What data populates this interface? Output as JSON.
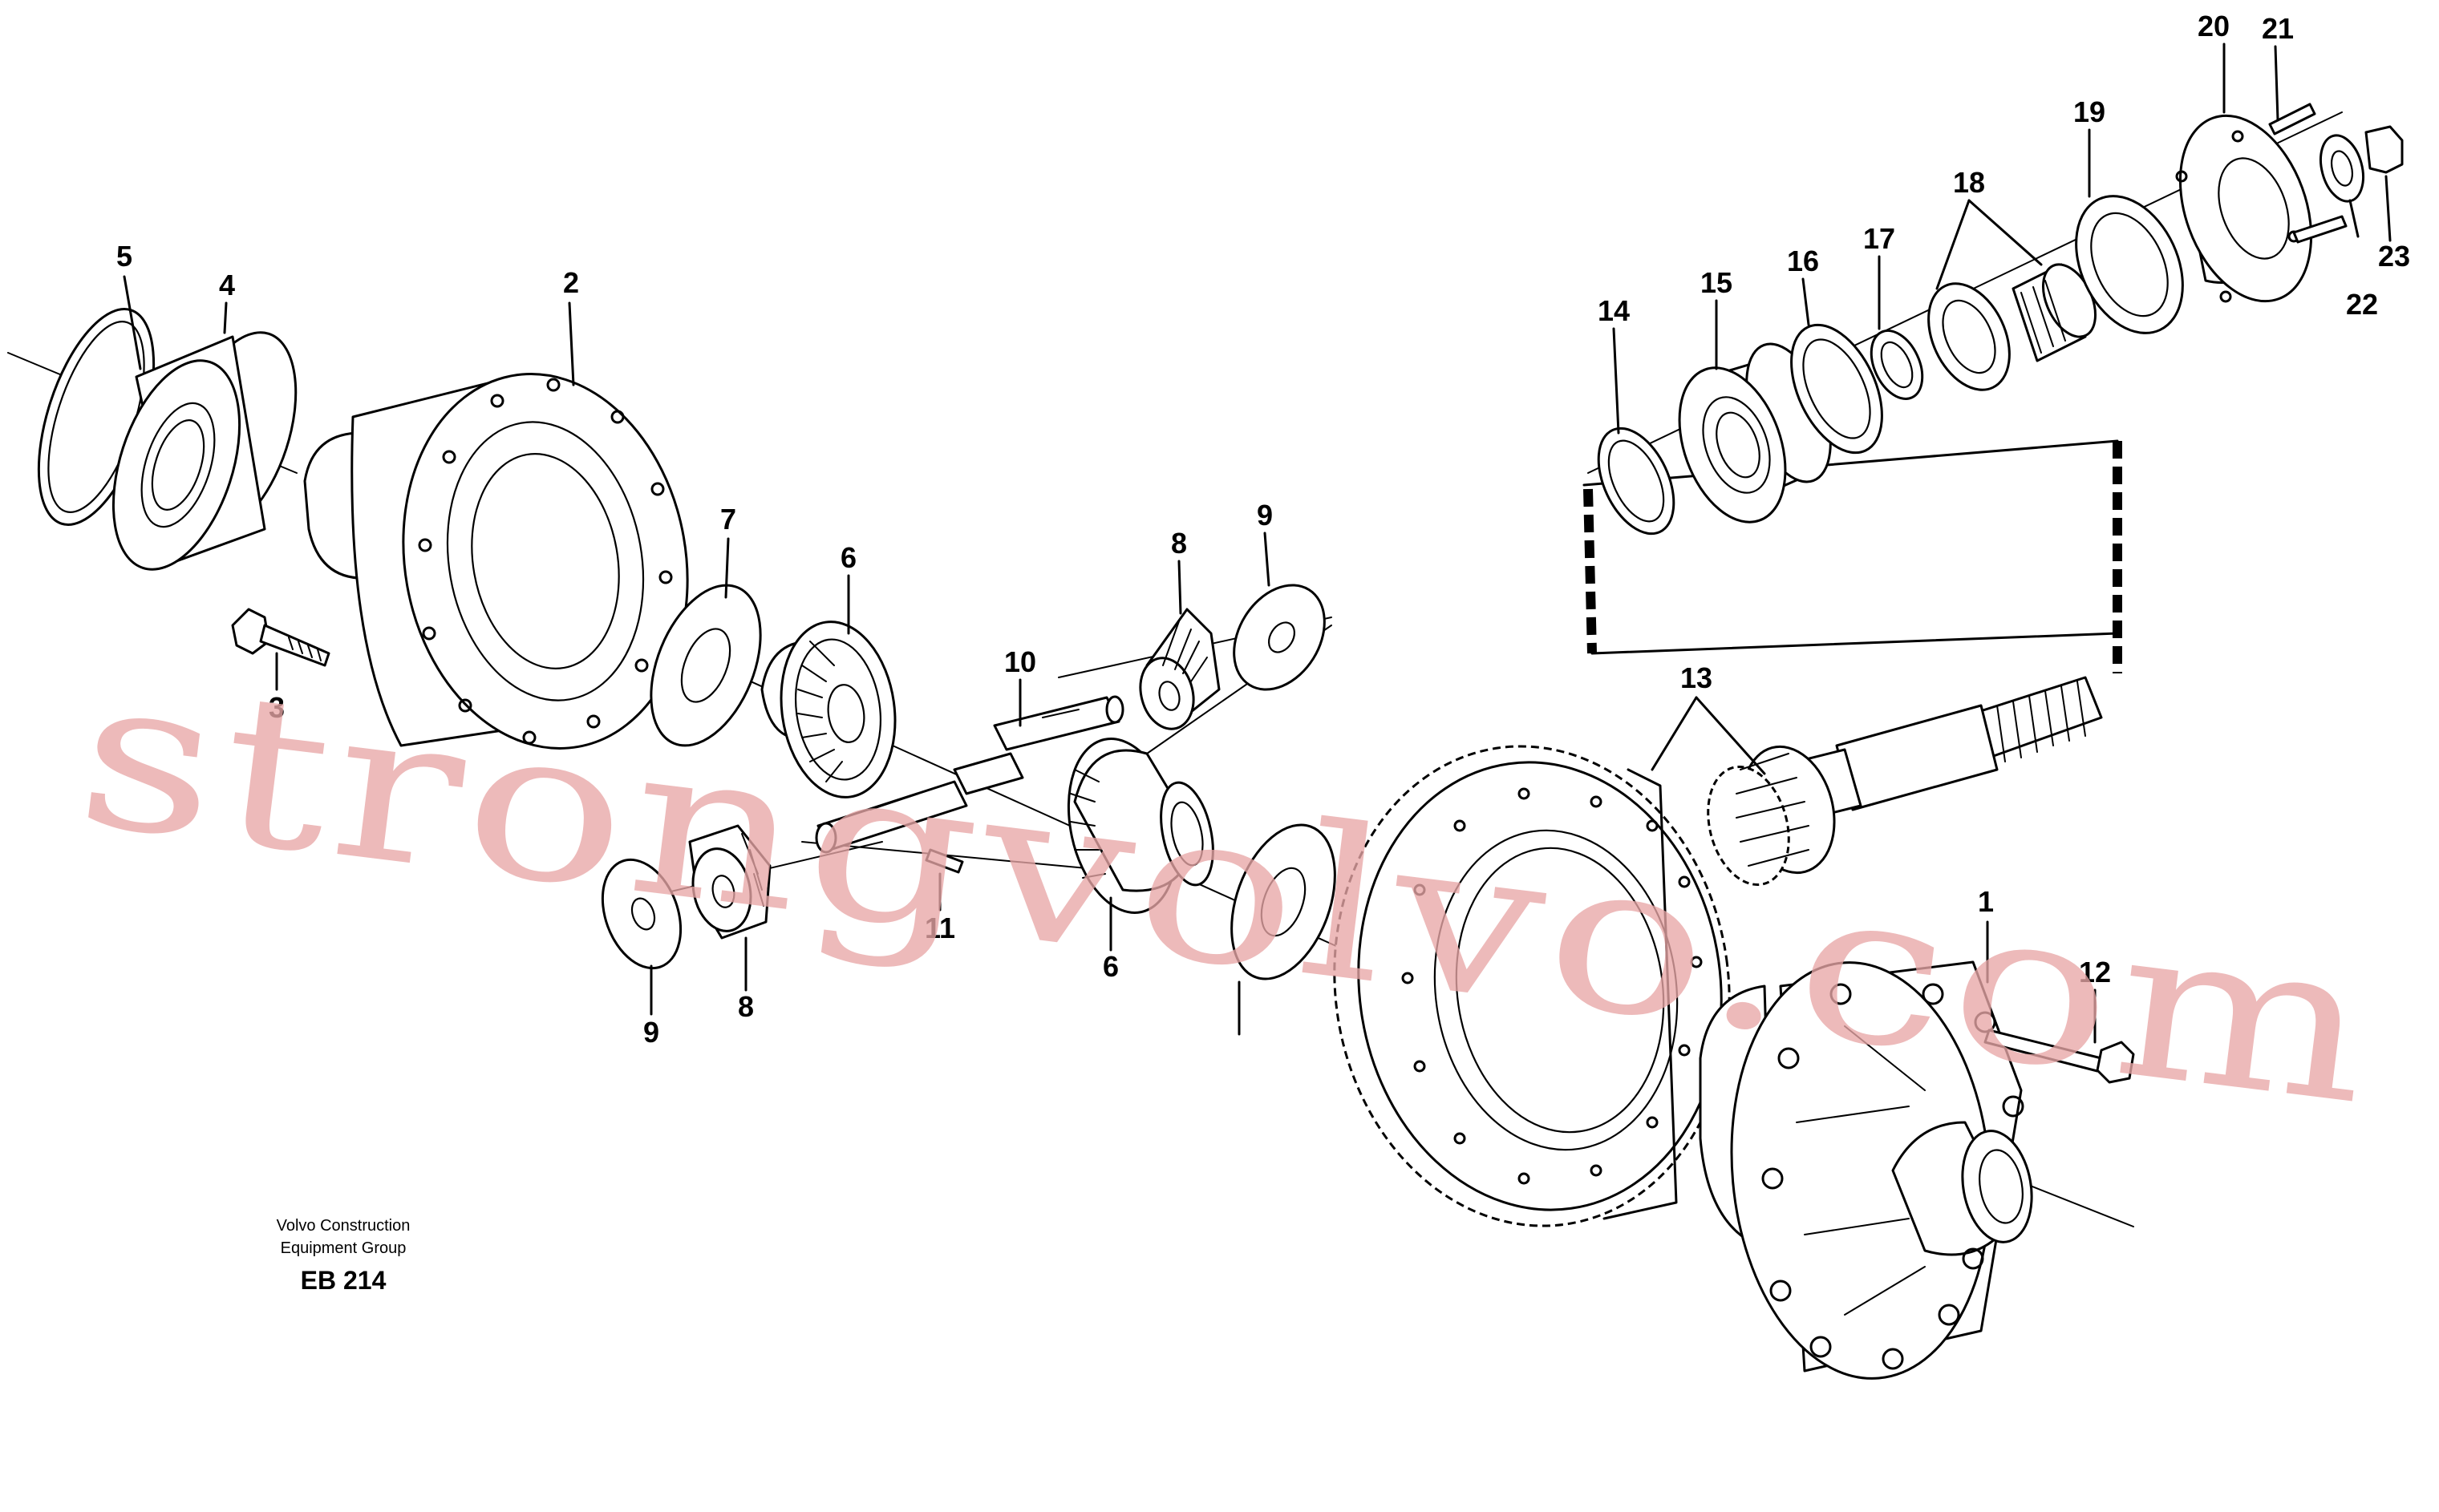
{
  "labels": {
    "l1": "1",
    "l2": "2",
    "l3": "3",
    "l4": "4",
    "l5": "5",
    "l6a": "6",
    "l6b": "6",
    "l7": "7",
    "l8a": "8",
    "l8b": "8",
    "l9a": "9",
    "l9b": "9",
    "l10": "10",
    "l11": "11",
    "l12": "12",
    "l13": "13",
    "l14": "14",
    "l15": "15",
    "l16": "16",
    "l17": "17",
    "l18": "18",
    "l19": "19",
    "l20": "20",
    "l21": "21",
    "l22": "22",
    "l23": "23"
  },
  "footer": {
    "company_line1": "Volvo Construction",
    "company_line2": "Equipment Group",
    "code": "EB 214"
  },
  "watermark": {
    "text": "strongvolvo.com",
    "color": "#e8a7a7"
  }
}
